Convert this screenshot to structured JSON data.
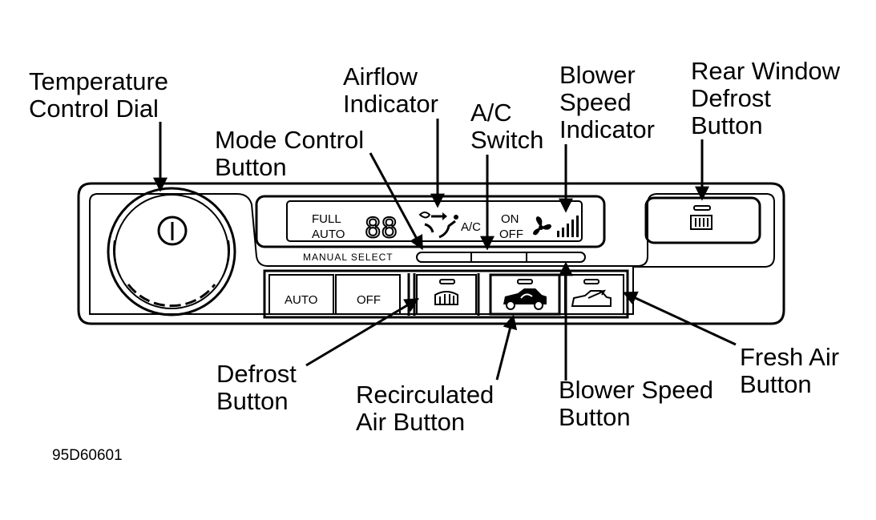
{
  "callouts": {
    "temperature_dial": [
      "Temperature",
      "Control Dial"
    ],
    "mode_control": [
      "Mode Control",
      "Button"
    ],
    "airflow_indicator": [
      "Airflow",
      "Indicator"
    ],
    "ac_switch": [
      "A/C",
      "Switch"
    ],
    "blower_speed_indicator": [
      "Blower",
      "Speed",
      "Indicator"
    ],
    "rear_defrost": [
      "Rear Window",
      "Defrost",
      "Button"
    ],
    "defrost": [
      "Defrost",
      "Button"
    ],
    "recirculated_air": [
      "Recirculated",
      "Air Button"
    ],
    "blower_speed_button": [
      "Blower Speed",
      "Button"
    ],
    "fresh_air": [
      "Fresh Air",
      "Button"
    ]
  },
  "display": {
    "full": "FULL",
    "auto": "AUTO",
    "digits": "88",
    "ac": "A/C",
    "on": "ON",
    "off": "OFF",
    "manual_select": "MANUAL SELECT"
  },
  "buttons": {
    "auto": "AUTO",
    "off": "OFF"
  },
  "figure_code": "95D60601",
  "icons": [
    "defrost-icon",
    "recirc-icon",
    "fresh-air-icon",
    "rear-defrost-icon",
    "fan-icon",
    "blower-bars-icon",
    "airflow-icon",
    "power-icon"
  ]
}
